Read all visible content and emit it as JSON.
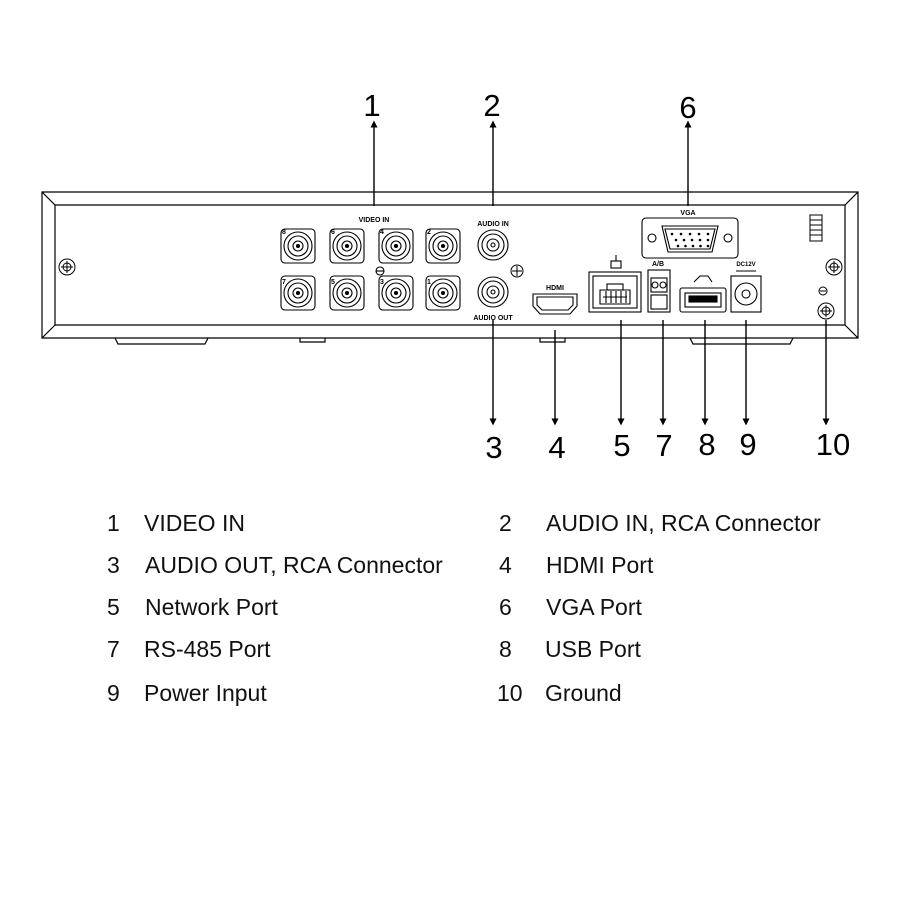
{
  "diagram": {
    "callouts": [
      "1",
      "2",
      "3",
      "4",
      "5",
      "6",
      "7",
      "8",
      "9",
      "10"
    ],
    "panel_labels": {
      "video_in": "VIDEO IN",
      "audio_in": "AUDIO IN",
      "audio_out": "AUDIO OUT",
      "hdmi": "HDMI",
      "vga": "VGA",
      "rs485": "A/B",
      "dc": "DC12V",
      "bnc_top": [
        "8",
        "6",
        "4",
        "2"
      ],
      "bnc_bottom": [
        "7",
        "5",
        "3",
        "1"
      ]
    }
  },
  "legend": [
    {
      "num": "1",
      "text": "VIDEO IN"
    },
    {
      "num": "2",
      "text": "AUDIO IN, RCA Connector"
    },
    {
      "num": "3",
      "text": "AUDIO OUT, RCA Connector"
    },
    {
      "num": "4",
      "text": "HDMI Port"
    },
    {
      "num": "5",
      "text": "Network Port"
    },
    {
      "num": "6",
      "text": "VGA Port"
    },
    {
      "num": "7",
      "text": "RS-485 Port"
    },
    {
      "num": "8",
      "text": "USB Port"
    },
    {
      "num": "9",
      "text": "Power Input"
    },
    {
      "num": "10",
      "text": "Ground"
    }
  ]
}
